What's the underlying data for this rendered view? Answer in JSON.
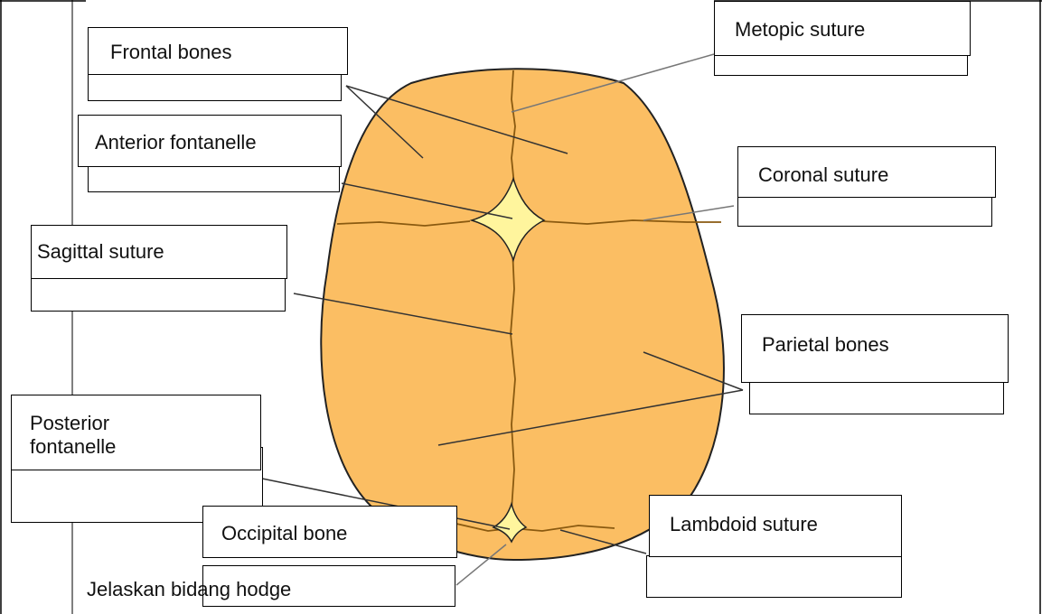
{
  "labels": {
    "frontal_bones": "Frontal bones",
    "metopic_suture": "Metopic suture",
    "anterior_fontanelle": "Anterior fontanelle",
    "coronal_suture": "Coronal suture",
    "sagittal_suture": "Sagittal suture",
    "parietal_bones": "Parietal bones",
    "posterior_fontanelle": "Posterior fontanelle",
    "occipital_bone": "Occipital bone",
    "lambdoid_suture": "Lambdoid suture"
  },
  "footer": {
    "text": "Jelaskan bidang hodge"
  },
  "colors": {
    "skull_fill": "#FBBE63",
    "fontanelle_fill": "#FFF59D",
    "outline": "#000000"
  }
}
